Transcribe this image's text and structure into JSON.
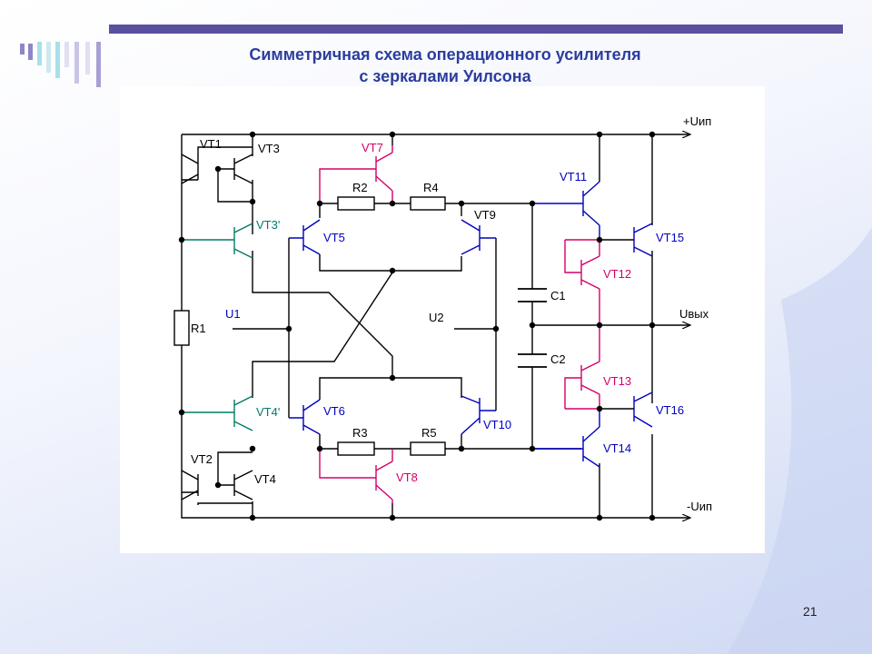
{
  "slide": {
    "title_line1": "Симметричная схема операционного усилителя",
    "title_line2": "с зеркалами Уилсона",
    "page_number": "21"
  },
  "colors": {
    "bar": "#5a50a0",
    "title": "#2b3d9e",
    "wire": "#000000",
    "blue": "#0000c0",
    "magenta": "#d4006a",
    "teal": "#007a68"
  },
  "labels": {
    "vt1": "VT1",
    "vt2": "VT2",
    "vt3": "VT3",
    "vt3p": "VT3'",
    "vt4": "VT4",
    "vt4p": "VT4'",
    "vt5": "VT5",
    "vt6": "VT6",
    "vt7": "VT7",
    "vt8": "VT8",
    "vt9": "VT9",
    "vt10": "VT10",
    "vt11": "VT11",
    "vt12": "VT12",
    "vt13": "VT13",
    "vt14": "VT14",
    "vt15": "VT15",
    "vt16": "VT16",
    "r1": "R1",
    "r2": "R2",
    "r3": "R3",
    "r4": "R4",
    "r5": "R5",
    "c1": "C1",
    "c2": "C2",
    "u1": "U1",
    "u2": "U2",
    "uout": "Uвых",
    "vplus": "+Uип",
    "vminus": "-Uип"
  }
}
